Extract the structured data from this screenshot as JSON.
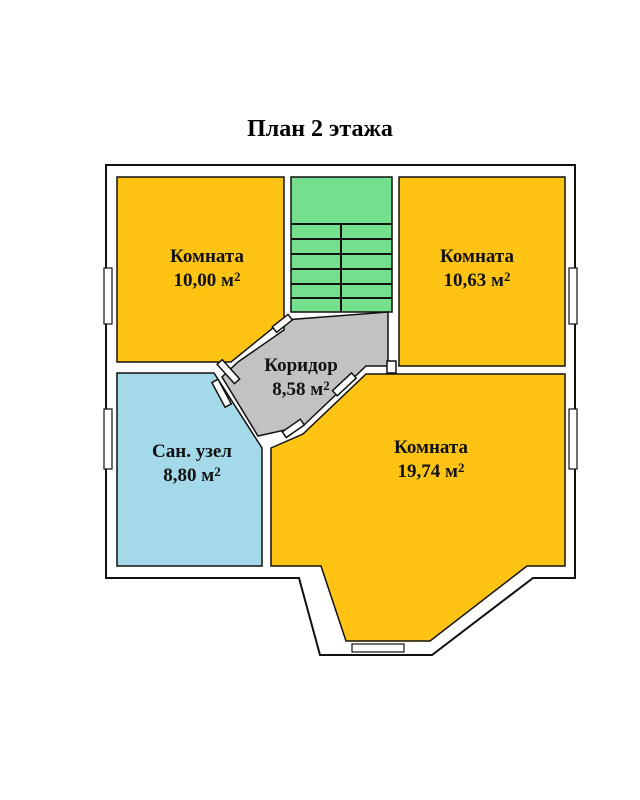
{
  "title": "План 2 этажа",
  "colors": {
    "room": "#FFC413",
    "stair": "#74E08E",
    "corridor": "#C2C2C2",
    "bath": "#A4D9E9",
    "wall": "#111111"
  },
  "rooms": [
    {
      "name": "Комната",
      "area": "10,00 м",
      "unit_exp": "2"
    },
    {
      "name": "Комната",
      "area": "10,63 м",
      "unit_exp": "2"
    },
    {
      "name": "Коридор",
      "area": "8,58 м",
      "unit_exp": "2"
    },
    {
      "name": "Сан. узел",
      "area": "8,80 м",
      "unit_exp": "2"
    },
    {
      "name": "Комната",
      "area": "19,74 м",
      "unit_exp": "2"
    }
  ]
}
